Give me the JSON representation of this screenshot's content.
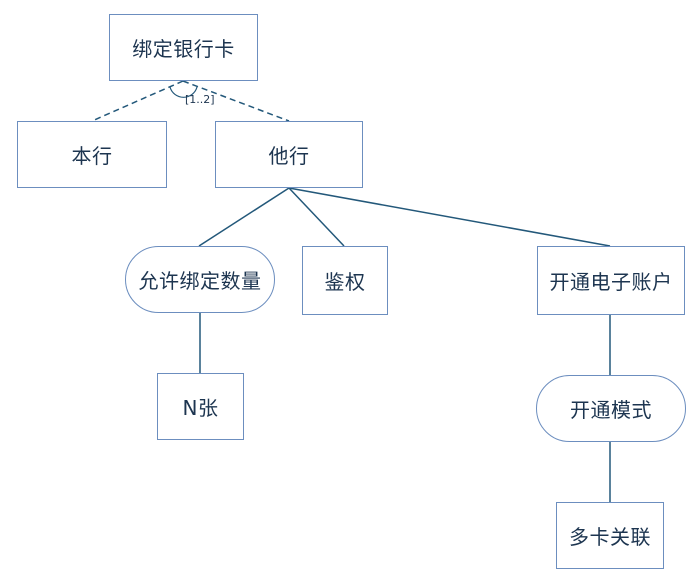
{
  "diagram": {
    "colors": {
      "stroke": "#6c8ebf",
      "edge": "#23587a",
      "text": "#1d3550",
      "background": "#ffffff"
    },
    "nodes": {
      "root": "绑定银行卡",
      "own_bank": "本行",
      "other_bank": "他行",
      "allowed_count": "允许绑定数量",
      "auth": "鉴权",
      "open_account": "开通电子账户",
      "n_cards": "N张",
      "open_mode": "开通模式",
      "multi_card": "多卡关联"
    },
    "multiplicity": "[1..2]"
  }
}
